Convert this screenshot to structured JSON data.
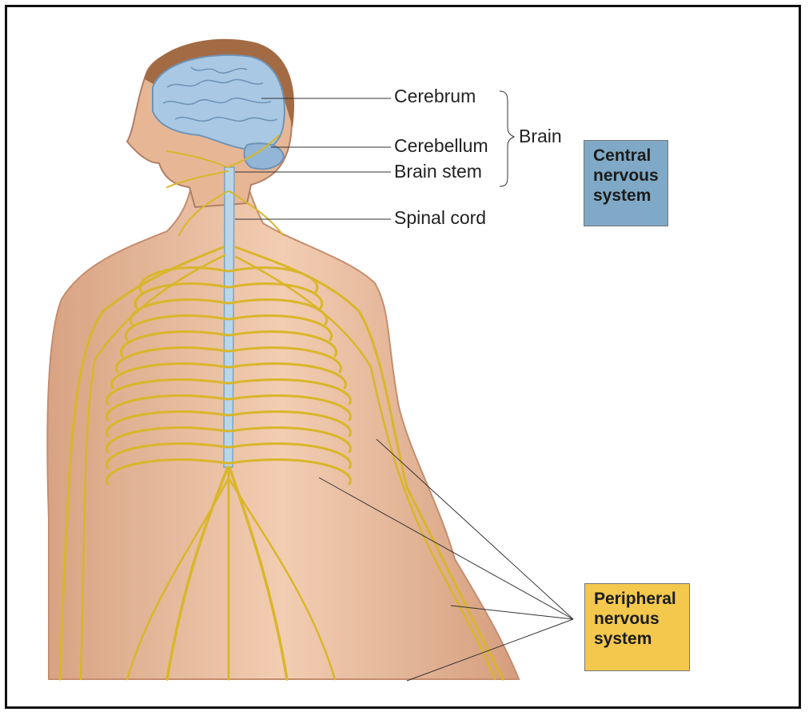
{
  "labels": {
    "cerebrum": "Cerebrum",
    "cerebellum": "Cerebellum",
    "brain_stem": "Brain stem",
    "brain": "Brain",
    "spinal_cord": "Spinal cord"
  },
  "boxes": {
    "central": {
      "lines": [
        "Central",
        "nervous",
        "system"
      ],
      "color": "#7fa9c6"
    },
    "peripheral": {
      "lines": [
        "Peripheral",
        "nervous",
        "system"
      ],
      "color": "#f3c84d"
    }
  },
  "colors": {
    "nerve": "#d9b62a",
    "skin": "#e9b99a",
    "brain": "#a9c8e3",
    "spinal_cord": "#b9d5e8"
  }
}
